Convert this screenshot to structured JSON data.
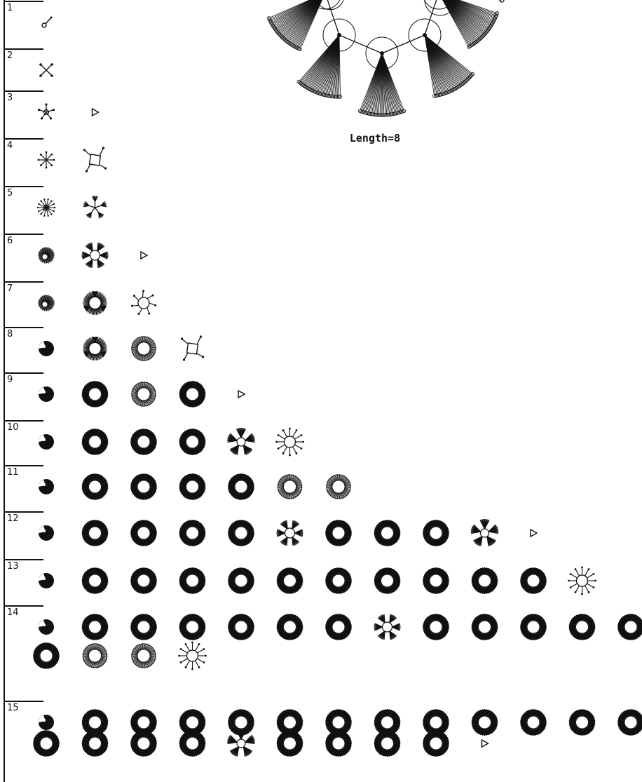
{
  "caption": "Length=8",
  "rows": [
    {
      "label": "1",
      "glyphs": [
        [
          "stick"
        ]
      ]
    },
    {
      "label": "2",
      "glyphs": [
        [
          "cross"
        ]
      ]
    },
    {
      "label": "3",
      "glyphs": [
        [
          "star4"
        ],
        [
          "tri"
        ]
      ]
    },
    {
      "label": "4",
      "glyphs": [
        [
          "star6"
        ],
        [
          "square"
        ]
      ]
    },
    {
      "label": "5",
      "glyphs": [
        [
          "burst"
        ],
        [
          "tree5"
        ]
      ]
    },
    {
      "label": "6",
      "glyphs": [
        [
          "ball"
        ],
        [
          "fan6"
        ],
        [
          "tri"
        ]
      ]
    },
    {
      "label": "7",
      "glyphs": [
        [
          "ball"
        ],
        [
          "ringfan"
        ],
        [
          "ring7"
        ]
      ]
    },
    {
      "label": "8",
      "glyphs": [
        [
          "solid"
        ],
        [
          "ringfan"
        ],
        [
          "ringlight"
        ],
        [
          "square"
        ]
      ]
    },
    {
      "label": "9",
      "glyphs": [
        [
          "solid"
        ],
        [
          "ringdark"
        ],
        [
          "ringlight"
        ],
        [
          "ringdark"
        ],
        [
          "tri"
        ]
      ]
    },
    {
      "label": "10",
      "glyphs": [
        [
          "solid"
        ],
        [
          "ringdark"
        ],
        [
          "ringdark"
        ],
        [
          "ringdark"
        ],
        [
          "fan4"
        ],
        [
          "ring10"
        ]
      ]
    },
    {
      "label": "11",
      "glyphs": [
        [
          "solid"
        ],
        [
          "ringdark"
        ],
        [
          "ringdark"
        ],
        [
          "ringdark"
        ],
        [
          "ringdark"
        ],
        [
          "ringlight"
        ],
        [
          "ringlight"
        ]
      ]
    },
    {
      "label": "12",
      "glyphs": [
        [
          "solid"
        ],
        [
          "ringdark"
        ],
        [
          "ringdark"
        ],
        [
          "ringdark"
        ],
        [
          "ringdark"
        ],
        [
          "fan6"
        ],
        [
          "ringdark"
        ],
        [
          "ringdark"
        ],
        [
          "ringdark"
        ],
        [
          "fan4"
        ],
        [
          "tri"
        ]
      ]
    },
    {
      "label": "13",
      "glyphs": [
        [
          "solid"
        ],
        [
          "ringdark"
        ],
        [
          "ringdark"
        ],
        [
          "ringdark"
        ],
        [
          "ringdark"
        ],
        [
          "ringdark"
        ],
        [
          "ringdark"
        ],
        [
          "ringdark"
        ],
        [
          "ringdark"
        ],
        [
          "ringdark"
        ],
        [
          "ringdark"
        ],
        [
          "ring10"
        ]
      ]
    },
    {
      "label": "14",
      "glyphs": [
        [
          "solid"
        ],
        [
          "ringdark"
        ],
        [
          "ringdark"
        ],
        [
          "ringdark"
        ],
        [
          "ringdark"
        ],
        [
          "ringdark"
        ],
        [
          "ringdark"
        ],
        [
          "fan6"
        ],
        [
          "ringdark"
        ],
        [
          "ringdark"
        ],
        [
          "ringdark"
        ],
        [
          "ringdark"
        ],
        [
          "ringdark"
        ]
      ],
      "continuation": [
        [
          "ringdark"
        ],
        [
          "ringlight"
        ],
        [
          "ringlight"
        ],
        [
          "ring10"
        ]
      ]
    },
    {
      "label": "15",
      "glyphs": [
        [
          "solid"
        ],
        [
          "ringdark"
        ],
        [
          "ringdark"
        ],
        [
          "ringdark"
        ],
        [
          "ringdark"
        ],
        [
          "ringdark"
        ],
        [
          "ringdark"
        ],
        [
          "ringdark"
        ],
        [
          "ringdark"
        ],
        [
          "ringdark"
        ],
        [
          "ringdark"
        ],
        [
          "ringdark"
        ],
        [
          "ringdark"
        ]
      ],
      "continuation": [
        [
          "ringdark"
        ],
        [
          "ringdark"
        ],
        [
          "ringdark"
        ],
        [
          "ringdark"
        ],
        [
          "fan4"
        ],
        [
          "ringdark"
        ],
        [
          "ringdark"
        ],
        [
          "ringdark"
        ],
        [
          "ringdark"
        ],
        [
          "tri"
        ]
      ]
    }
  ]
}
